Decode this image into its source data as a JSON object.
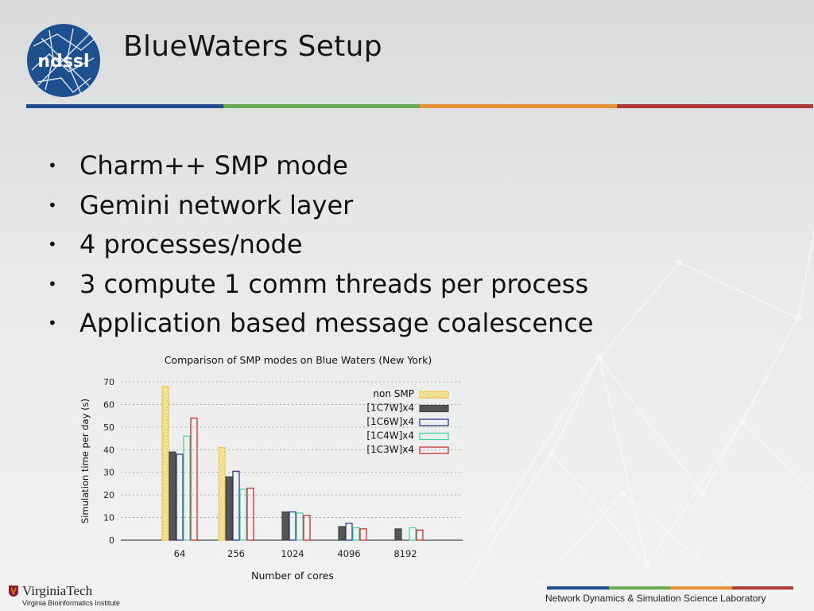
{
  "slide": {
    "title": "BlueWaters Setup",
    "logo_text": "ndssl",
    "bullets": [
      "Charm++ SMP mode",
      "Gemini network layer",
      "4 processes/node",
      "3 compute 1 comm threads per process",
      "Application based message coalescence"
    ],
    "footer_lab": "Network Dynamics & Simulation Science Laboratory",
    "footer_org_name": "VirginiaTech",
    "footer_org_sub": "Virginia Bioinformatics Institute",
    "rule_colors": [
      "#1f4e8c",
      "#6aa84f",
      "#e69138",
      "#b03a3a"
    ]
  },
  "chart_data": {
    "type": "bar",
    "title": "Comparison of SMP modes on Blue Waters (New York)",
    "xlabel": "Number of cores",
    "ylabel": "Simulation time per day (s)",
    "ylim": [
      0,
      70
    ],
    "yticks": [
      0,
      10,
      20,
      30,
      40,
      50,
      60,
      70
    ],
    "grid": true,
    "legend_position": "top-right",
    "categories": [
      "64",
      "256",
      "1024",
      "4096",
      "8192"
    ],
    "series": [
      {
        "name": "non SMP",
        "color": "#f2c94c",
        "style": "hatch",
        "values": [
          68,
          41,
          null,
          null,
          null
        ]
      },
      {
        "name": "[1C7W]x4",
        "color": "#555555",
        "style": "solid",
        "values": [
          39,
          28,
          12.5,
          6,
          5
        ]
      },
      {
        "name": "[1C6W]x4",
        "color": "#1c2f8a",
        "style": "outline",
        "values": [
          38,
          30.5,
          12.5,
          7.5,
          null
        ]
      },
      {
        "name": "[1C4W]x4",
        "color": "#3ccfa0",
        "style": "outline",
        "values": [
          46,
          22.5,
          12,
          5.5,
          5.5
        ]
      },
      {
        "name": "[1C3W]x4",
        "color": "#cc2222",
        "style": "outline",
        "values": [
          54,
          23,
          11,
          5,
          4.5
        ]
      }
    ]
  }
}
